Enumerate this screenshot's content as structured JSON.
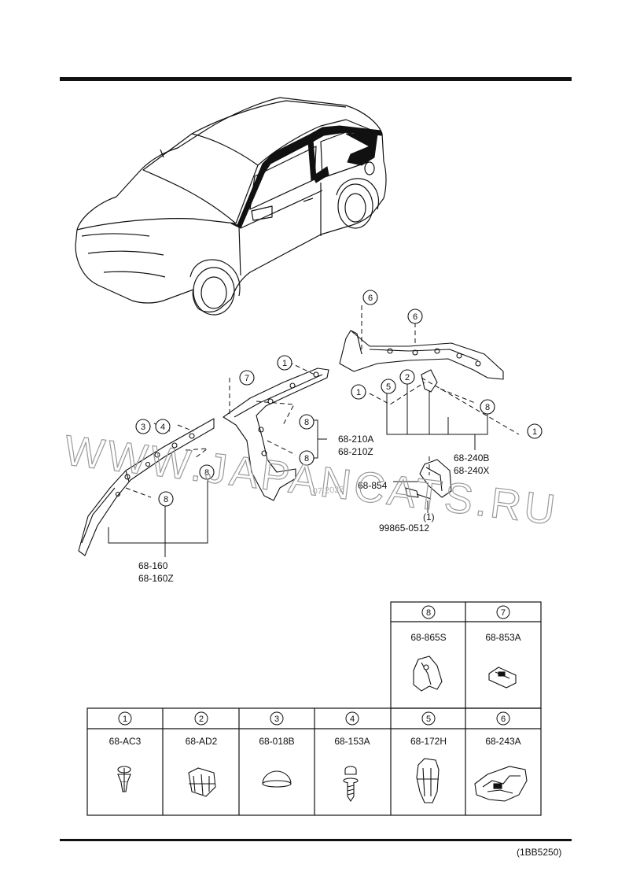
{
  "watermark": {
    "text": "WWW.JAPANCATS.RU",
    "date": "07.2026"
  },
  "callouts": {
    "c_6a": "6",
    "c_6b": "6",
    "c_7": "7",
    "c_1a": "1",
    "c_5": "5",
    "c_2": "2",
    "c_1b": "1",
    "c_8a": "8",
    "c_1c": "1",
    "c_3": "3",
    "c_4": "4",
    "c_8b": "8",
    "c_8c": "8",
    "c_8d": "8",
    "c_8e": "8"
  },
  "part_labels": {
    "p_210": [
      "68-210A",
      "68-210Z"
    ],
    "p_240": [
      "68-240B",
      "68-240X"
    ],
    "p_854": "68-854",
    "p_bolt": "99865-0512",
    "p_bolt_qty": "(1)",
    "p_160": [
      "68-160",
      "68-160Z"
    ]
  },
  "fastener_table": {
    "upper": [
      {
        "num": "8",
        "part": "68-865S",
        "icon": "clip-8-icon"
      },
      {
        "num": "7",
        "part": "68-853A",
        "icon": "clip-7-icon"
      }
    ],
    "lower": [
      {
        "num": "1",
        "part": "68-AC3",
        "icon": "push-rivet-icon"
      },
      {
        "num": "2",
        "part": "68-AD2",
        "icon": "double-clip-icon"
      },
      {
        "num": "3",
        "part": "68-018B",
        "icon": "round-plug-icon"
      },
      {
        "num": "4",
        "part": "68-153A",
        "icon": "screw-icon"
      },
      {
        "num": "5",
        "part": "68-172H",
        "icon": "spring-clip-icon"
      },
      {
        "num": "6",
        "part": "68-243A",
        "icon": "bracket-clip-icon"
      }
    ]
  },
  "footer": {
    "code": "(1BB5250)"
  }
}
